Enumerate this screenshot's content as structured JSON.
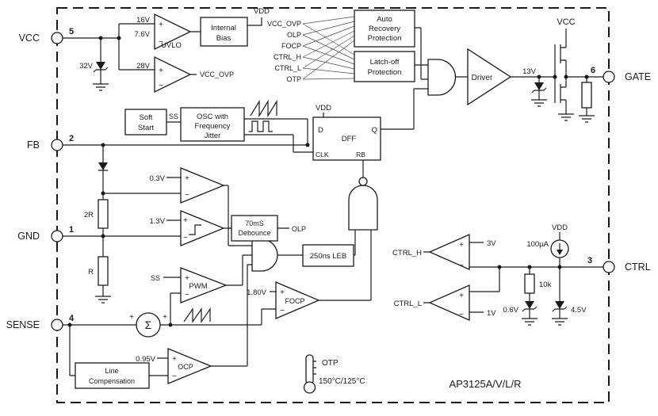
{
  "chip": {
    "part_number": "AP3125A/V/L/R"
  },
  "pins": {
    "vcc": {
      "label": "VCC",
      "number": "5"
    },
    "fb": {
      "label": "FB",
      "number": "2"
    },
    "gnd": {
      "label": "GND",
      "number": "1"
    },
    "sense": {
      "label": "SENSE",
      "number": "4"
    },
    "gate": {
      "label": "GATE",
      "number": "6"
    },
    "ctrl": {
      "label": "CTRL",
      "number": "3"
    }
  },
  "supplies": {
    "vcc_top": "VCC",
    "vdd_bias": "VDD",
    "vdd_dff": "VDD",
    "vdd_ctrl": "VDD"
  },
  "comparators": {
    "uvlo": {
      "label": "UVLO",
      "on": "16V",
      "off": "7.6V"
    },
    "vcc_ovp": {
      "ref": "28V",
      "out": "VCC_OVP"
    },
    "fb_zero": {
      "ref": "0.3V"
    },
    "olp": {
      "ref": "1.3V"
    },
    "pwm": {
      "label": "PWM",
      "ss": "SS"
    },
    "focp": {
      "label": "FOCP",
      "ref": "1.80V"
    },
    "ocp": {
      "label": "OCP",
      "ref": "0.95V"
    },
    "ctrl_h": {
      "label": "CTRL_H",
      "ref": "3V"
    },
    "ctrl_l": {
      "label": "CTRL_L",
      "ref": "1V"
    }
  },
  "blocks": {
    "internal_bias": {
      "line1": "Internal",
      "line2": "Bias"
    },
    "auto_recovery": {
      "line1": "Auto",
      "line2": "Recovery",
      "line3": "Protection"
    },
    "latch_off": {
      "line1": "Latch-off",
      "line2": "Protection"
    },
    "soft_start": {
      "line1": "Soft",
      "line2": "Start",
      "out": "SS"
    },
    "osc": {
      "line1": "OSC with",
      "line2": "Frequency",
      "line3": "Jitter"
    },
    "dff": {
      "label": "DFF",
      "d": "D",
      "q": "Q",
      "clk": "CLK",
      "rb": "RB"
    },
    "debounce": {
      "line1": "70mS",
      "line2": "Debounce",
      "out": "OLP"
    },
    "leb": {
      "label": "250ns LEB"
    },
    "line_comp": {
      "line1": "Line",
      "line2": "Compensation"
    },
    "driver": {
      "label": "Driver"
    },
    "summer": {
      "symbol": "Σ"
    },
    "otp": {
      "label": "OTP",
      "temps": "150°C/125°C"
    }
  },
  "protection_signals": [
    "VCC_OVP",
    "OLP",
    "FOCP",
    "CTRL_H",
    "CTRL_L",
    "OTP"
  ],
  "components": {
    "zener_vcc": "32V",
    "zener_drv": "13V",
    "zener_ctrl_low": "0.6V",
    "zener_ctrl_high": "4.5V",
    "res_upper": "2R",
    "res_lower": "R",
    "res_ctrl": "10k",
    "current_source": "100µA"
  },
  "marks": {
    "plus": "+",
    "minus": "−"
  }
}
